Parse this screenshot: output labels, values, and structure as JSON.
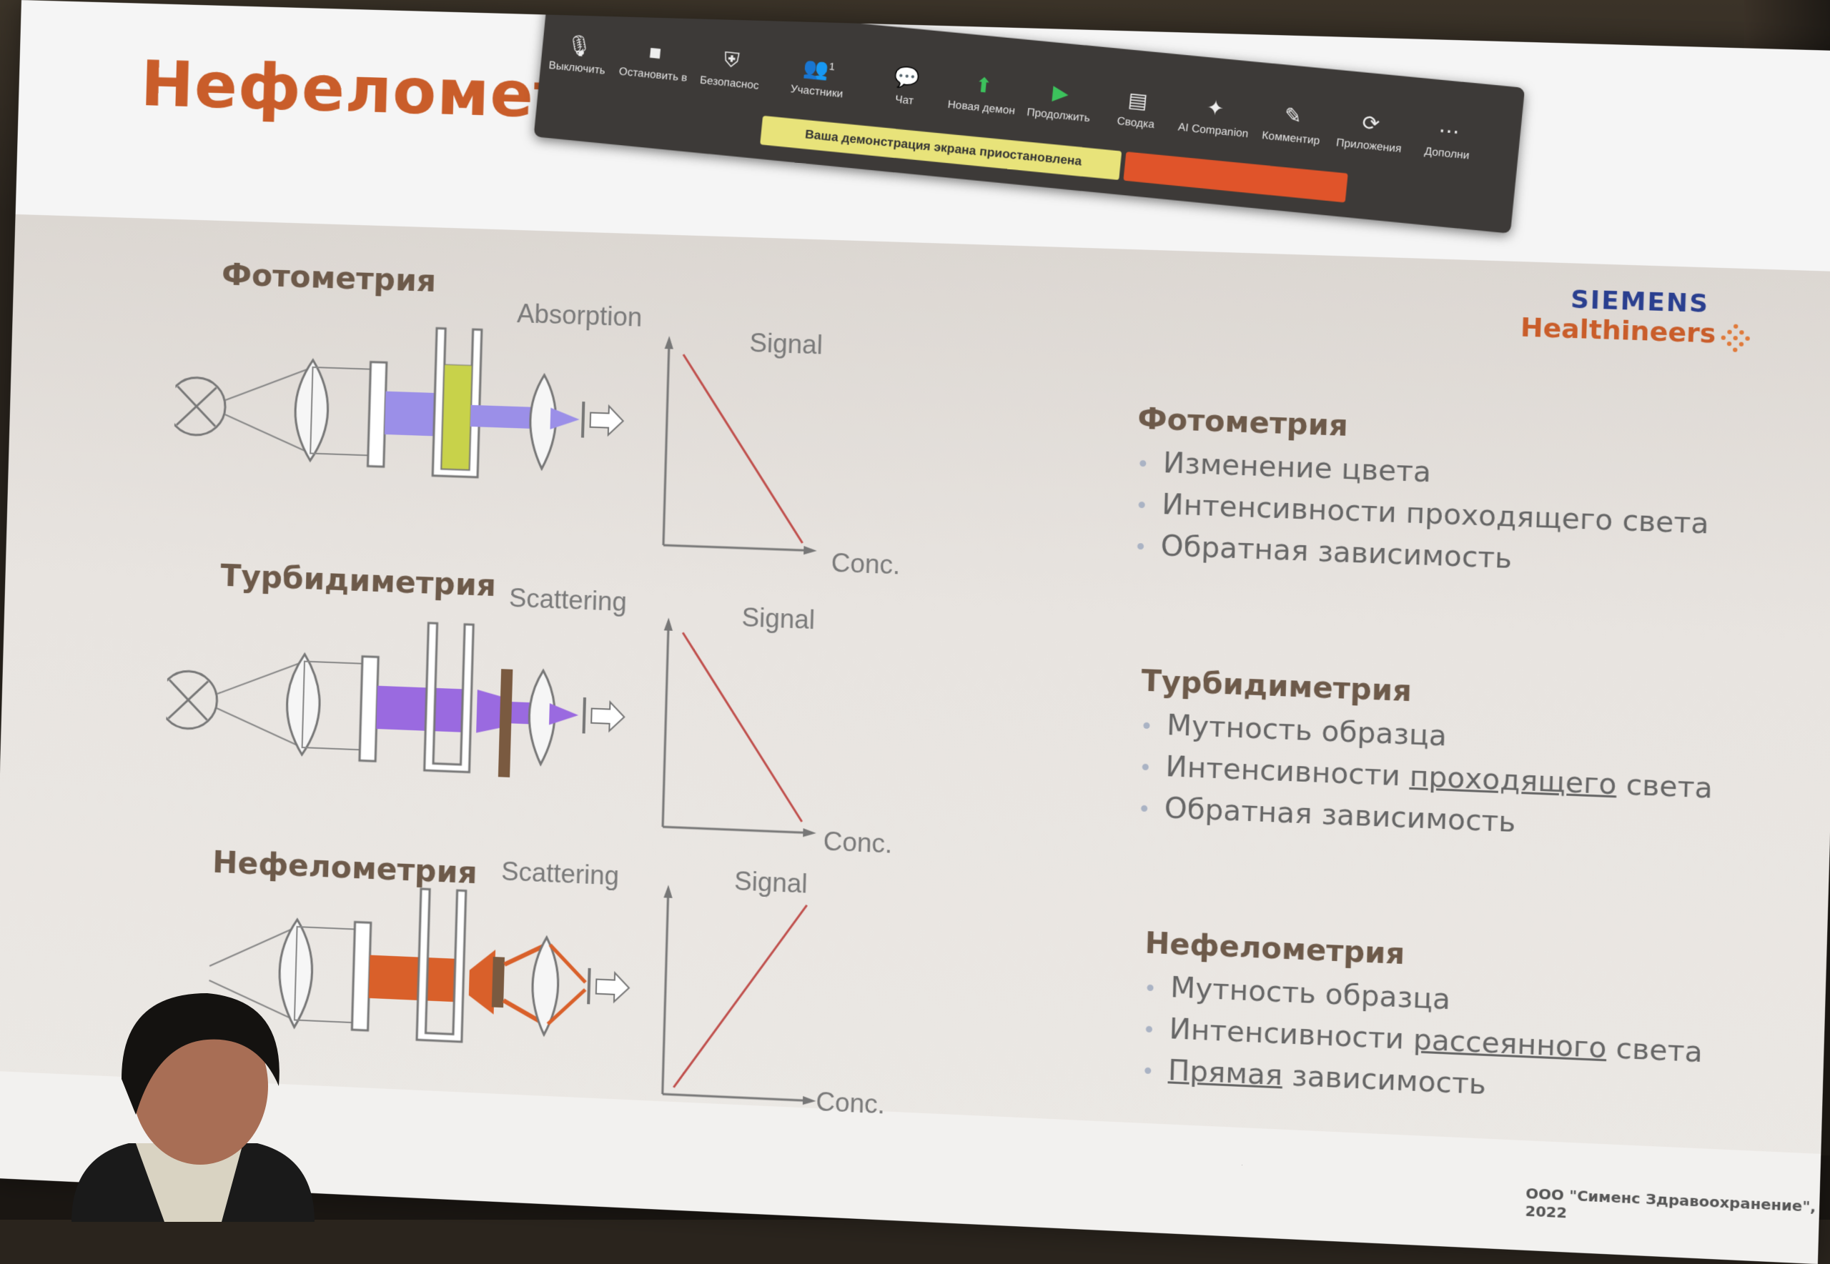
{
  "slide": {
    "title": "Нефелометрия",
    "logo": {
      "line1": "SIEMENS",
      "line2": "Healthineers"
    },
    "footer": "ООО \"Сименс Здравоохранение\", 2022"
  },
  "zoom_toolbar": {
    "items": [
      {
        "label": "Выключить",
        "icon": "microphone-icon"
      },
      {
        "label": "Остановить в",
        "icon": "video-camera-icon"
      },
      {
        "label": "Безопаснос",
        "icon": "shield-icon"
      },
      {
        "label": "Участники",
        "icon": "participants-icon",
        "count": "1"
      },
      {
        "label": "Чат",
        "icon": "chat-icon"
      },
      {
        "label": "Новая демон",
        "icon": "share-screen-icon"
      },
      {
        "label": "Продолжить",
        "icon": "play-icon"
      },
      {
        "label": "Сводка",
        "icon": "document-icon"
      },
      {
        "label": "AI Companion",
        "icon": "sparkle-icon"
      },
      {
        "label": "Комментир",
        "icon": "pencil-icon"
      },
      {
        "label": "Приложения",
        "icon": "apps-icon"
      },
      {
        "label": "Дополни",
        "icon": "more-icon"
      }
    ],
    "paused_notice": "Ваша демонстрация экрана приостановлена",
    "colors": {
      "paused": "#e8e37a",
      "stop": "#e0542a"
    }
  },
  "diagrams": [
    {
      "name": "Фотометрия",
      "method": "Absorption",
      "y_axis": "Signal",
      "x_axis": "Conc.",
      "beam_color": "#9b8fe8",
      "trend": "down"
    },
    {
      "name": "Турбидиметрия",
      "method": "Scattering",
      "y_axis": "Signal",
      "x_axis": "Conc.",
      "beam_color": "#9a6ae0",
      "trend": "down"
    },
    {
      "name": "Нефелометрия",
      "method": "Scattering",
      "y_axis": "Signal",
      "x_axis": "Conc.",
      "beam_color": "#d9602a",
      "trend": "up"
    }
  ],
  "explanations": [
    {
      "heading": "Фотометрия",
      "items": [
        {
          "pre": "Изменение цвета",
          "u": "",
          "post": ""
        },
        {
          "pre": "Интенсивности проходящего света",
          "u": "",
          "post": ""
        },
        {
          "pre": "Обратная зависимость",
          "u": "",
          "post": ""
        }
      ]
    },
    {
      "heading": "Турбидиметрия",
      "items": [
        {
          "pre": "Мутность образца",
          "u": "",
          "post": ""
        },
        {
          "pre": "Интенсивности ",
          "u": "проходящего",
          "post": " света"
        },
        {
          "pre": "Обратная зависимость",
          "u": "",
          "post": ""
        }
      ]
    },
    {
      "heading": "Нефелометрия",
      "items": [
        {
          "pre": "Мутность образца",
          "u": "",
          "post": ""
        },
        {
          "pre": "Интенсивности ",
          "u": "рассеянного",
          "post": " света"
        },
        {
          "pre": "",
          "u": "Прямая",
          "post": " зависимость"
        }
      ]
    }
  ]
}
